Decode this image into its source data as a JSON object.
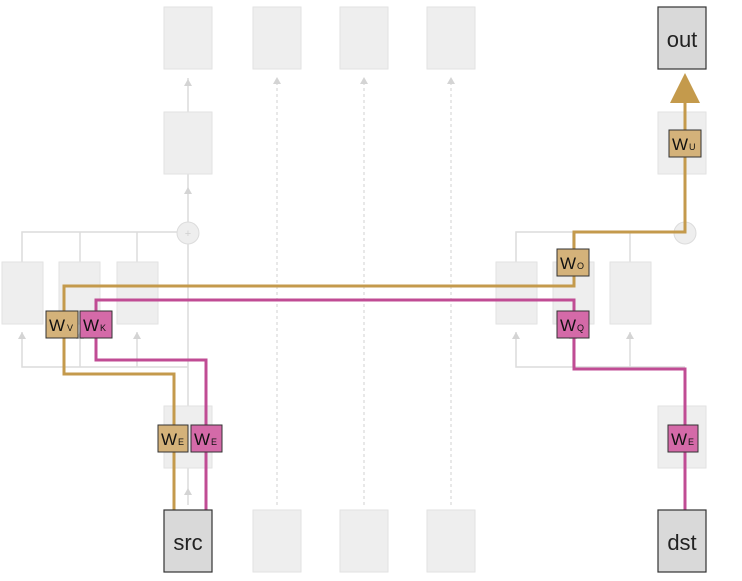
{
  "tokens": {
    "src": "src",
    "dst": "dst",
    "out": "out"
  },
  "weights": {
    "embed_ov": {
      "main": "W",
      "sub": "E"
    },
    "embed_qk": {
      "main": "W",
      "sub": "E"
    },
    "embed_dst": {
      "main": "W",
      "sub": "E"
    },
    "value": {
      "main": "W",
      "sub": "V"
    },
    "key": {
      "main": "W",
      "sub": "K"
    },
    "query": {
      "main": "W",
      "sub": "Q"
    },
    "output": {
      "main": "W",
      "sub": "O"
    },
    "unembed": {
      "main": "W",
      "sub": "U"
    }
  },
  "colors": {
    "ov_circuit": "#c49a4c",
    "qk_circuit": "#c04c94",
    "ghost": "#eeeeee"
  }
}
